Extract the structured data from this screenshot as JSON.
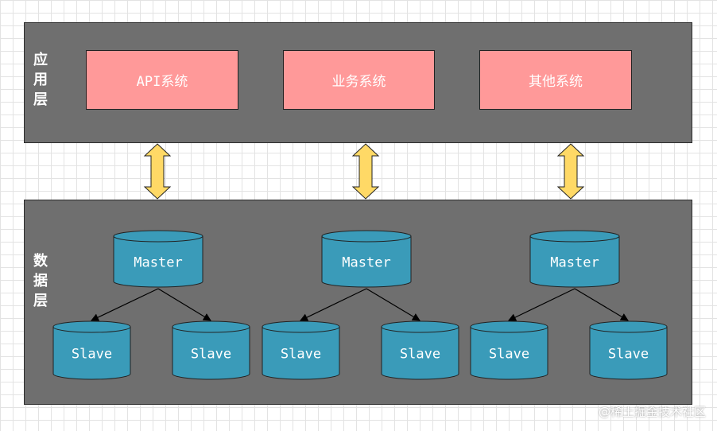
{
  "app_layer": {
    "label": "应用层",
    "systems": [
      "API系统",
      "业务系统",
      "其他系统"
    ]
  },
  "data_layer": {
    "label": "数据层",
    "clusters": [
      {
        "master": "Master",
        "slaves": [
          "Slave",
          "Slave"
        ]
      },
      {
        "master": "Master",
        "slaves": [
          "Slave",
          "Slave"
        ]
      },
      {
        "master": "Master",
        "slaves": [
          "Slave",
          "Slave"
        ]
      }
    ]
  },
  "colors": {
    "layer_bg": "#6f6f6f",
    "system_box": "#ff9999",
    "database": "#3a9bb9",
    "arrow": "#ffd966"
  },
  "watermark": "@稀土掘金技术社区"
}
